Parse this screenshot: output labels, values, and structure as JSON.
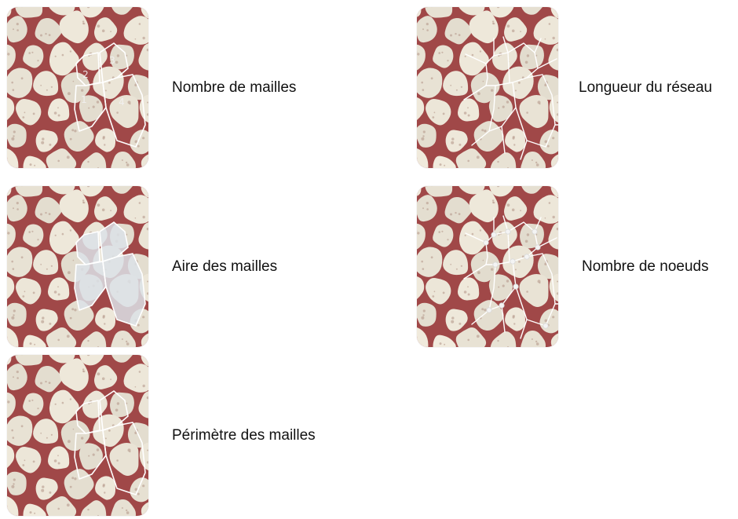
{
  "colors": {
    "tissue_stroma": "#8c3a3a",
    "tissue_background": "#a04848",
    "cell_fill": "#ece4d4",
    "overlay_line": "#ffffff",
    "caption_text": "#111111"
  },
  "panels": [
    {
      "id": "mesh-count",
      "caption": "Nombre de mailles",
      "overlay": "mesh-outlines-numbered",
      "mesh_labels": [
        "2",
        "3",
        "1",
        "4"
      ]
    },
    {
      "id": "mesh-area",
      "caption": "Aire des mailles",
      "overlay": "mesh-filled"
    },
    {
      "id": "mesh-perimeter",
      "caption": "Périmètre des mailles",
      "overlay": "mesh-outlines"
    },
    {
      "id": "network-length",
      "caption": "Longueur du réseau",
      "overlay": "network-skeleton"
    },
    {
      "id": "node-count",
      "caption": "Nombre de noeuds",
      "overlay": "network-nodes"
    }
  ]
}
